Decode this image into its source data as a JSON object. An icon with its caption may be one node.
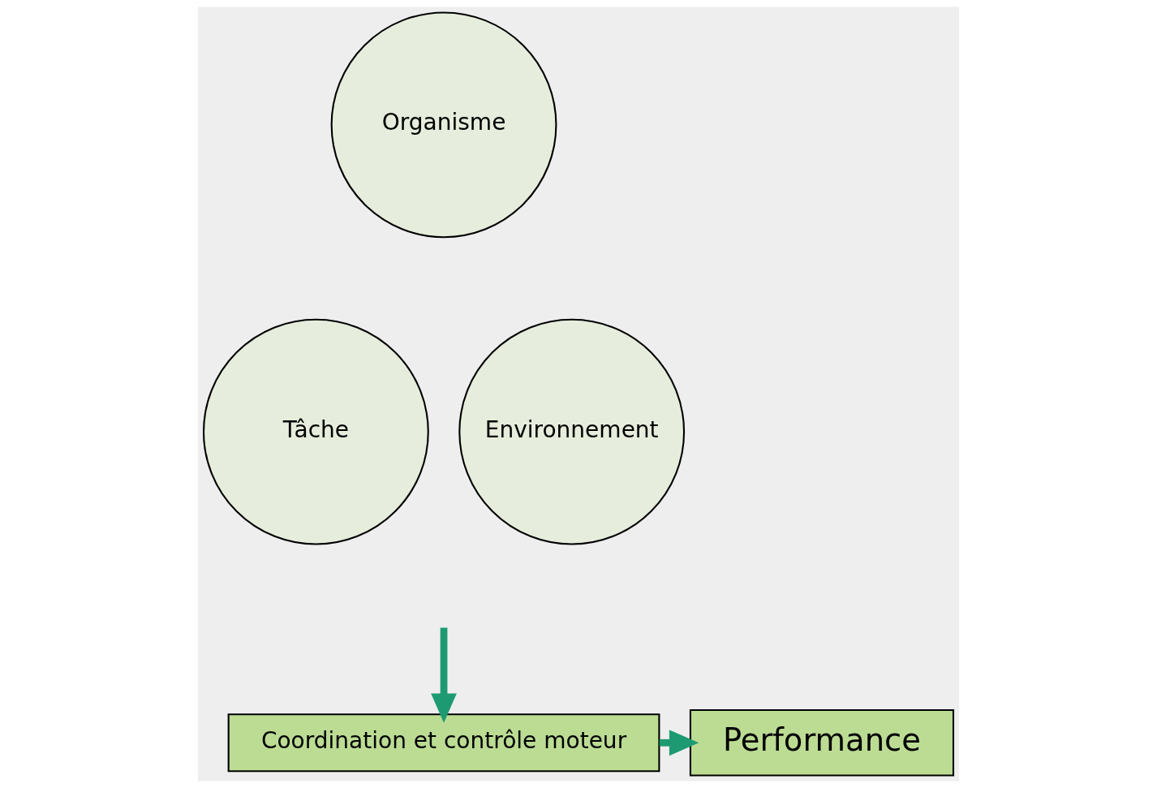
{
  "diagram": {
    "nodes": [
      {
        "text": [
          "Organisme"
        ]
      },
      {
        "text": [
          "Tâche"
        ]
      },
      {
        "text": [
          "Environnement"
        ]
      },
      {
        "text": [
          "Coordination et contrôle moteur"
        ]
      },
      {
        "text": [
          "Performance"
        ]
      }
    ],
    "edges": [
      {
        "from": null,
        "to": 3,
        "arrow": "to"
      },
      {
        "from": 3,
        "to": 4,
        "arrow": "to"
      }
    ]
  }
}
